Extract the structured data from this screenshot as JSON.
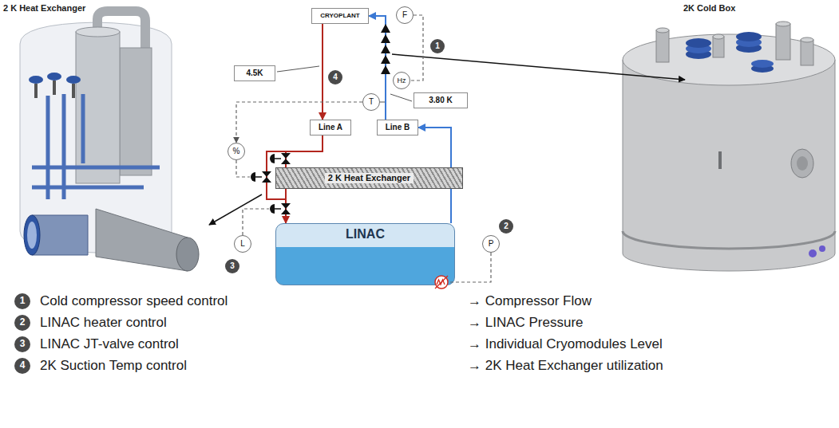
{
  "diagram": {
    "nodes": [
      {
        "text": [
          "CRYOPLANT"
        ]
      },
      {
        "text": [
          "F"
        ]
      },
      {
        "text": [
          "1"
        ]
      },
      {
        "text": [
          "4"
        ]
      },
      {
        "text": [
          "Hz"
        ]
      },
      {
        "text": [
          "4.5K"
        ]
      },
      {
        "text": [
          "3.80 K"
        ]
      },
      {
        "text": [
          "T"
        ]
      },
      {
        "text": [
          "Line A"
        ]
      },
      {
        "text": [
          "Line B"
        ]
      },
      {
        "text": [
          "%"
        ]
      },
      {
        "text": [
          "2 K Heat Exchanger"
        ]
      },
      {
        "text": [
          "LINAC"
        ]
      },
      {
        "text": [
          "L"
        ]
      },
      {
        "text": [
          "3"
        ]
      },
      {
        "text": [
          "P"
        ]
      },
      {
        "text": [
          "2"
        ]
      },
      {
        "text": [
          "1"
        ]
      },
      {
        "text": [
          "2"
        ]
      },
      {
        "text": [
          "3"
        ]
      },
      {
        "text": [
          "4"
        ]
      }
    ],
    "edges": [
      {
        "from": 0,
        "to": 8,
        "arrow": "to"
      },
      {
        "from": 8,
        "to": 11,
        "arrow": "none"
      },
      {
        "from": 11,
        "to": 12,
        "arrow": "to"
      },
      {
        "from": 12,
        "to": 11,
        "arrow": "none"
      },
      {
        "from": 11,
        "to": 9,
        "arrow": "to"
      },
      {
        "from": 9,
        "to": 0,
        "arrow": "to"
      },
      {
        "from": 1,
        "to": 4,
        "arrow": "none"
      },
      {
        "from": 7,
        "to": 10,
        "arrow": "to"
      }
    ],
    "labels": [
      "2 K Heat Exchanger",
      "2K Cold Box",
      "Cold compressor speed control",
      "→ Compressor Flow",
      "LINAC heater control",
      "→ LINAC Pressure",
      "LINAC JT-valve control",
      "→ Individual Cryomodules Level",
      "2K Suction Temp control",
      "→ 2K Heat Exchanger utilization"
    ]
  }
}
